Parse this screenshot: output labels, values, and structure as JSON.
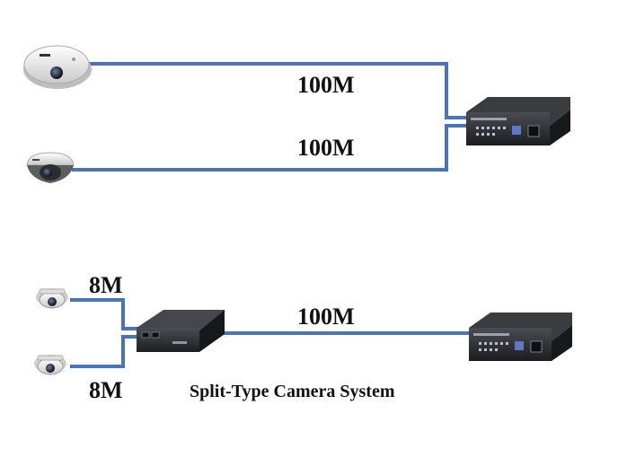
{
  "labels": {
    "link_fisheye": "100M",
    "link_dome": "100M",
    "link_split_top": "8M",
    "link_split_bottom": "8M",
    "link_split_main": "100M",
    "caption": "Split-Type Camera System"
  },
  "colors": {
    "cable": "#4a74b8",
    "device_dark": "#2d2f33",
    "camera_white": "#eeeeee"
  },
  "icons": {
    "fisheye_camera": "fisheye-camera-icon",
    "dome_camera": "dome-camera-icon",
    "network_switch": "network-switch-icon",
    "split_camera_lens": "split-camera-lens-icon",
    "split_camera_main_unit": "split-camera-main-unit-icon"
  }
}
